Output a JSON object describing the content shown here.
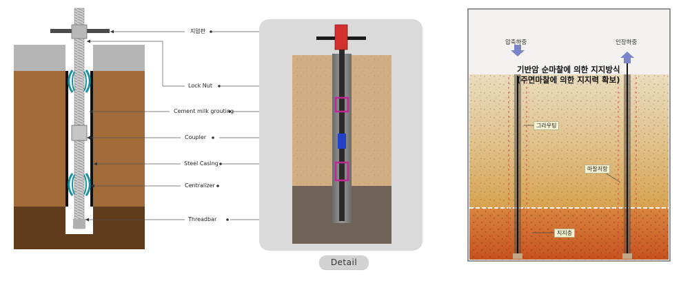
{
  "left_diagram": {
    "labels": {
      "bearing_plate": "지압판",
      "lock_nut": "Lock Nut",
      "cement_grouting": "Cement milk grouting",
      "coupler": "Coupler",
      "steel_casing": "Steel Casing",
      "centralizer": "Centralizer",
      "threadbar": "Threadbar"
    }
  },
  "detail_button": {
    "label": "Detail"
  },
  "right_diagram": {
    "title_line1": "기반암 순마찰에 의한 지지방식",
    "title_line2": "(주면마찰에 의한 지지력 확보)",
    "compression_load": "압축하중",
    "tension_load": "인장하중",
    "grouting_tag": "그라우팅",
    "friction_tag": "마찰저항",
    "bearing_layer_tag": "지지층"
  },
  "colors": {
    "soil_upper": "#a26b3a",
    "soil_lower": "#5e3c1c",
    "grey_cap": "#b5b5b5",
    "detail_panel": "#dadada",
    "sand_fill": "#d1ae82",
    "rock_fill": "#6e6356",
    "centralizer_teal": "#1a8fa0",
    "lock_nut_red": "#d0302e",
    "coupler_blue": "#2340c8",
    "grout_magenta": "#c0289a",
    "right_bg_top": "#e8d7b4",
    "right_bg_bottom": "#c8622a"
  }
}
